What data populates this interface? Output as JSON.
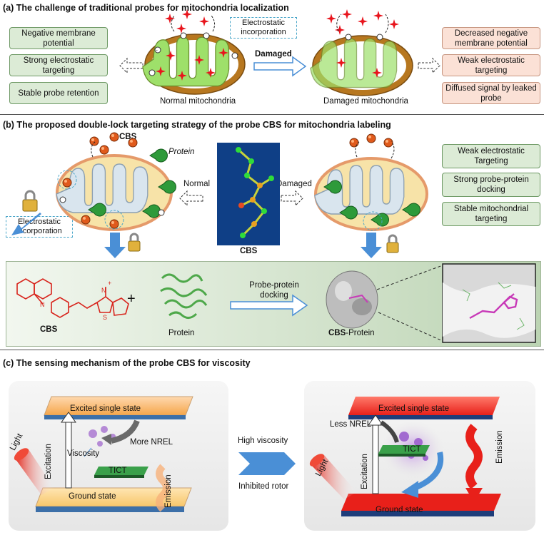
{
  "sectionA": {
    "title": "(a) The challenge of traditional probes for mitochondria localization",
    "left_boxes": [
      "Negative membrane potential",
      "Strong electrostatic targeting",
      "Stable probe retention"
    ],
    "electrostatic_box": "Electrostatic incorporation",
    "damaged_label": "Damaged",
    "normal_caption": "Normal mitochondria",
    "damaged_caption": "Damaged mitochondria",
    "right_boxes": [
      "Decreased negative membrane potential",
      "Weak electrostatic targeting",
      "Diffused signal by leaked probe"
    ]
  },
  "sectionB": {
    "title": "(b) The proposed double-lock targeting strategy of the probe CBS for mitochondria labeling",
    "cbs_top": "CBS",
    "protein_label": "Protein",
    "normal_label": "Normal",
    "damaged_label": "Damaged",
    "cbs_center": "CBS",
    "electrostatic_box": "Electrostatic incorporation",
    "right_boxes": [
      "Weak electrostatic Targeting",
      "Strong probe-protein docking",
      "Stable mitochondrial targeting"
    ],
    "cbs_molecule": "CBS",
    "plus": "+",
    "protein_caption": "Protein",
    "docking_label": "Probe-protein docking",
    "cbs_protein_bold": "CBS",
    "cbs_protein_rest": "-Protein"
  },
  "sectionC": {
    "title": "(c) The sensing mechanism of the probe CBS for viscosity",
    "left": {
      "excited": "Excited single state",
      "ground": "Ground state",
      "light": "Light",
      "excitation": "Excitation",
      "viscosity": "Viscosity",
      "nrel": "More NREL",
      "tict": "TICT",
      "emission": "Emission"
    },
    "middle": {
      "high": "High viscosity",
      "inhibited": "Inhibited rotor"
    },
    "right": {
      "excited": "Excited single state",
      "ground": "Ground state",
      "light": "Light",
      "excitation": "Excitation",
      "nrel": "Less NREL",
      "tict": "TICT",
      "emission": "Emission"
    }
  },
  "colors": {
    "green_box": "#dcebd6",
    "pink_box": "#fbe1d6",
    "blue_arrow": "#4a8fd6",
    "mito_outer": "#b7771f",
    "mito_inner": "#9ee06a"
  }
}
